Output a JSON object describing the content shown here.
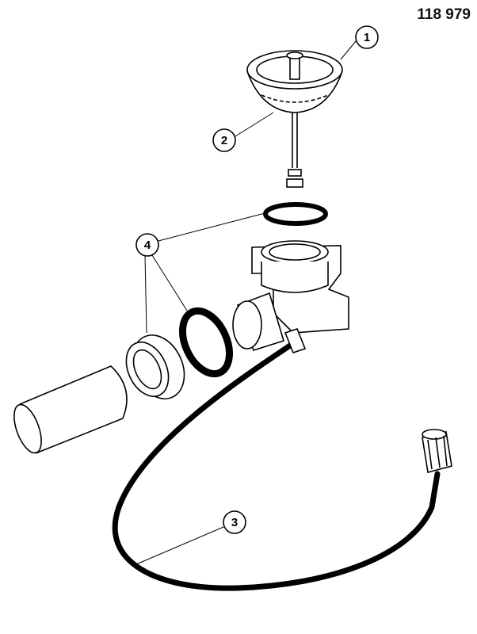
{
  "drawing_number": "118 979",
  "callouts": [
    {
      "label": "1",
      "part": "strainer-basket"
    },
    {
      "label": "2",
      "part": "strainer-seal"
    },
    {
      "label": "3",
      "part": "bowden-cable"
    },
    {
      "label": "4",
      "part": "seals"
    }
  ]
}
